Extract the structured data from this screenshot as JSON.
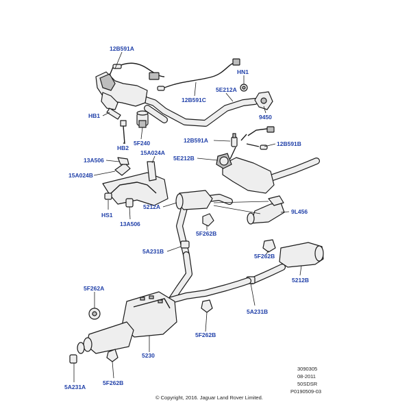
{
  "callouts": {
    "c_12B591A_top": "12B591A",
    "c_HN1": "HN1",
    "c_5E212A": "5E212A",
    "c_12B591C": "12B591C",
    "c_9450": "9450",
    "c_HB1": "HB1",
    "c_HB2": "HB2",
    "c_5F240": "5F240",
    "c_12B591A_mid": "12B591A",
    "c_12B591B": "12B591B",
    "c_5E212B": "5E212B",
    "c_13A506_top": "13A506",
    "c_15A024A": "15A024A",
    "c_15A024B": "15A024B",
    "c_HS1": "HS1",
    "c_13A506_bot": "13A506",
    "c_5212A": "5212A",
    "c_9L456": "9L456",
    "c_5F262B_a": "5F262B",
    "c_5A231B_a": "5A231B",
    "c_5F262B_b": "5F262B",
    "c_5212B": "5212B",
    "c_5F262A": "5F262A",
    "c_5A231B_b": "5A231B",
    "c_5F262B_c": "5F262B",
    "c_5230": "5230",
    "c_5A231A": "5A231A",
    "c_5F262B_d": "5F262B"
  },
  "meta": {
    "code1": "3090305",
    "date": "08-2011",
    "model": "50SDSR",
    "ref": "P0190509-03",
    "copyright": "© Copyright, 2016. Jaguar Land Rover Limited."
  },
  "colors": {
    "callout": "#1f3fa8",
    "line": "#1a1a1a",
    "fill": "#eeeeee"
  }
}
